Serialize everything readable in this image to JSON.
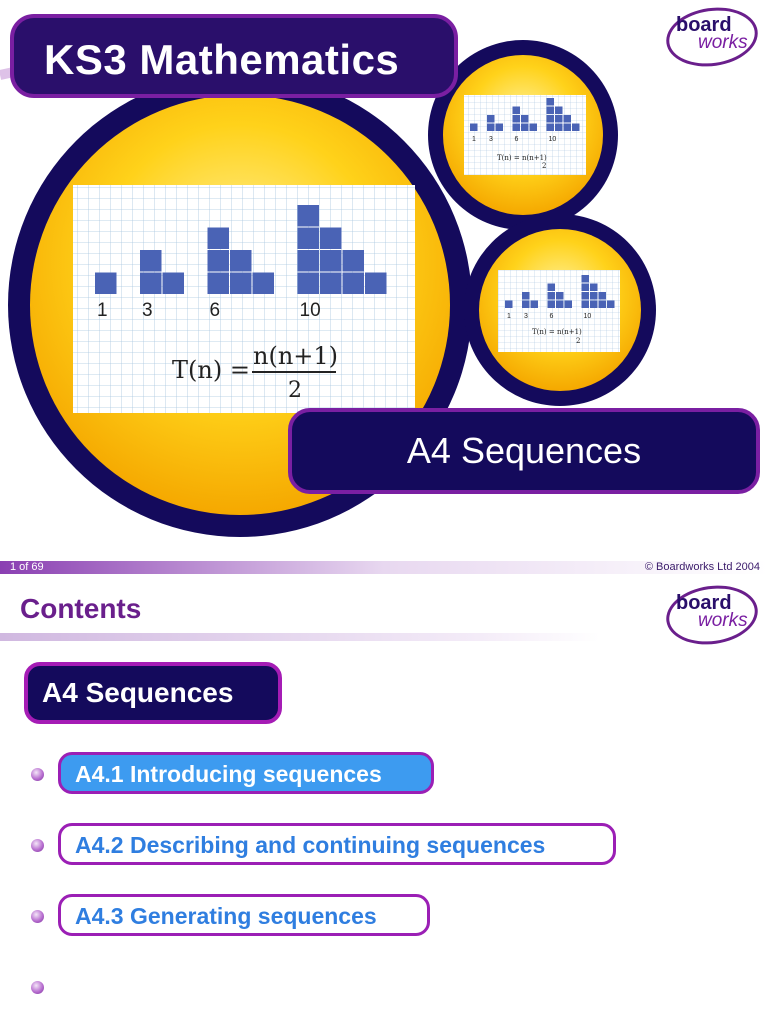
{
  "slide1": {
    "title": "KS3 Mathematics",
    "subtitle": "A4 Sequences",
    "logo": {
      "word1": "board",
      "word2": "works"
    },
    "figure": {
      "labels": [
        "1",
        "3",
        "6",
        "10"
      ],
      "formula": "T(n) = n(n+1) / 2"
    },
    "colors": {
      "navy": "#140a5c",
      "purple": "#7a1fa2",
      "yellow": "#ffc400",
      "block": "#4a63b5"
    }
  },
  "footer": {
    "page": "1 of 69",
    "copyright": "© Boardworks Ltd 2004"
  },
  "slide2": {
    "heading": "Contents",
    "logo": {
      "word1": "board",
      "word2": "works"
    },
    "section": "A4 Sequences",
    "items": [
      {
        "label": "A4.1 Introducing sequences",
        "active": true
      },
      {
        "label": "A4.2 Describing and continuing sequences",
        "active": false
      },
      {
        "label": "A4.3 Generating sequences",
        "active": false
      }
    ]
  }
}
